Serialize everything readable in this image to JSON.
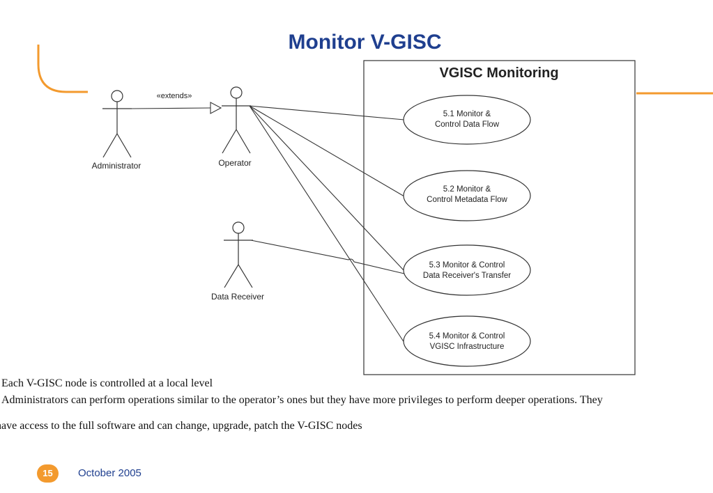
{
  "slide": {
    "title": "Monitor V-GISC",
    "accent_color": "#f39a2e",
    "title_color": "#1f3f8f"
  },
  "diagram": {
    "system_title": "VGISC Monitoring",
    "actors": {
      "administrator": "Administrator",
      "operator": "Operator",
      "data_receiver": "Data Receiver"
    },
    "relation_label": "«extends»",
    "use_cases": [
      {
        "line1": "5.1 Monitor &",
        "line2": "Control Data Flow"
      },
      {
        "line1": "5.2 Monitor &",
        "line2": "Control Metadata Flow"
      },
      {
        "line1": "5.3 Monitor & Control",
        "line2": "Data Receiver's Transfer"
      },
      {
        "line1": "5.4 Monitor & Control",
        "line2": "VGISC Infrastructure"
      }
    ]
  },
  "body": {
    "line1": "Each V-GISC node is controlled at a local level",
    "line2": "Administrators can perform operations similar to the operator’s ones but they have more privileges to perform deeper operations. They",
    "line3": "have access to the full software and can change, upgrade, patch the V-GISC nodes"
  },
  "footer": {
    "page_number": "15",
    "date": "October 2005"
  }
}
